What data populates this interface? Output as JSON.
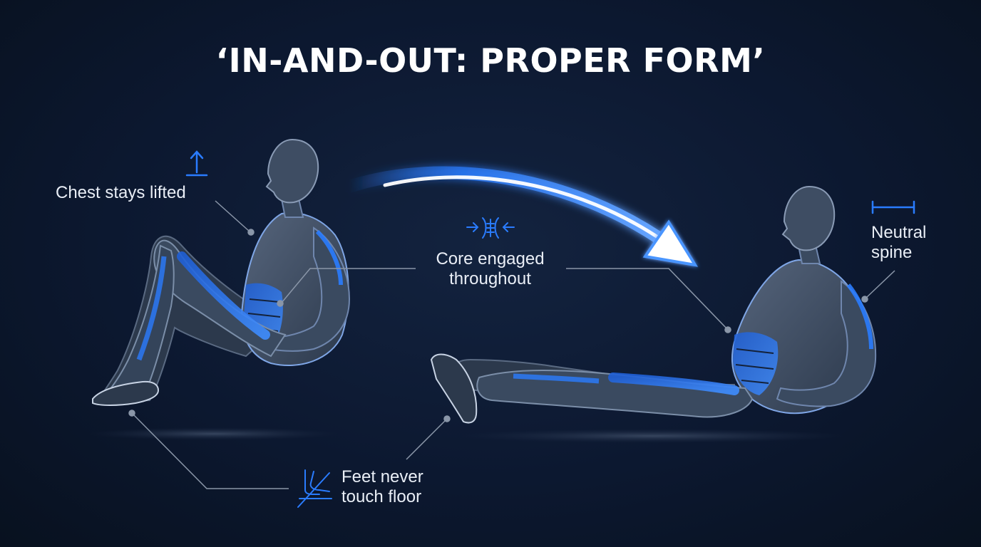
{
  "title": "‘IN-AND-OUT: PROPER FORM’",
  "colors": {
    "background": "#0c1830",
    "accent": "#2a7cff",
    "arrow_highlight": "#ffffff",
    "figure_body": "#3a4a60",
    "leader_line": "#8a96a8",
    "text": "#e9eef6"
  },
  "annotations": {
    "chest": {
      "text": "Chest stays lifted",
      "icon": "up-arrow-icon"
    },
    "core": {
      "text": "Core engaged throughout",
      "icon": "core-compress-icon"
    },
    "spine": {
      "text": "Neutral spine",
      "icon": "level-line-icon"
    },
    "feet": {
      "text": "Feet never touch floor",
      "icon": "feet-off-floor-icon"
    }
  },
  "figures": [
    {
      "name": "tucked-position",
      "pose": "knees drawn in, torso leaning back"
    },
    {
      "name": "extended-position",
      "pose": "legs extended, torso reclined"
    }
  ],
  "transition_arrow": {
    "icon": "curved-arrow",
    "direction": "left-to-right"
  }
}
